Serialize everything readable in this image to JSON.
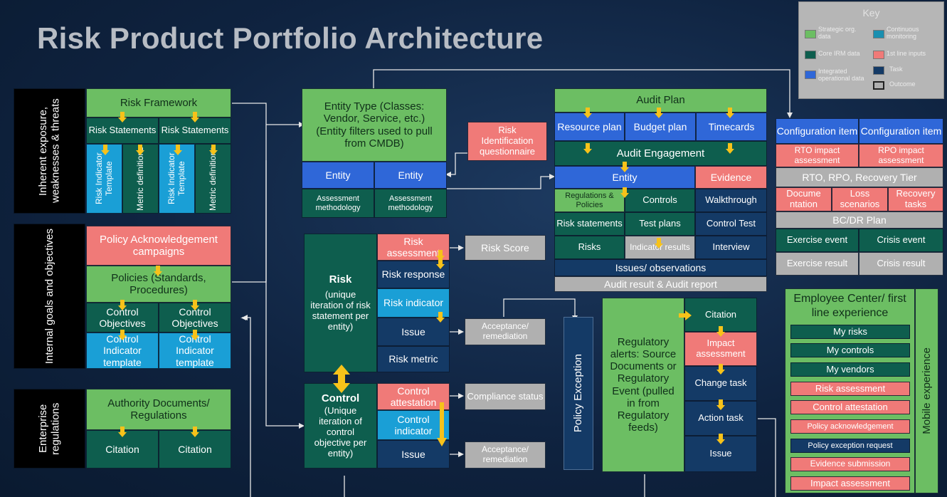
{
  "title": "Risk Product Portfolio Architecture",
  "key": {
    "heading": "Key",
    "items": [
      {
        "label": "Strategic org. data",
        "color": "#6cbe63"
      },
      {
        "label": "Continuous monitoring",
        "color": "#1a8fb0"
      },
      {
        "label": "Core IRM data",
        "color": "#0e5e4e"
      },
      {
        "label": "1st line inputs",
        "color": "#f07a78"
      },
      {
        "label": "Integrated operational data",
        "color": "#2f67d8"
      },
      {
        "label": "Task",
        "color": "#143a66"
      },
      {
        "label": "Outcome",
        "color": "#b0b0b0"
      }
    ]
  },
  "side_labels": {
    "inherent": "Inherent exposure, weaknesses & threats",
    "internal": "Internal goals and objectives",
    "enterprise": "Enterprise regulations"
  },
  "risk_framework": {
    "title": "Risk Framework",
    "statements": [
      "Risk Statements",
      "Risk Statements"
    ],
    "templates": [
      "Risk Indicator Template",
      "Metric definitions",
      "Risk Indicator Template",
      "Metric definitions"
    ]
  },
  "policy": {
    "campaigns": "Policy Acknowledgement campaigns",
    "policies": "Policies (Standards, Procedures)",
    "objectives": [
      "Control Objectives",
      "Control Objectives"
    ],
    "templates": [
      "Control Indicator template",
      "Control Indicator template"
    ]
  },
  "authority": {
    "title": "Authority Documents/ Regulations",
    "citations": [
      "Citation",
      "Citation"
    ]
  },
  "entity_type": {
    "title": "Entity Type (Classes: Vendor, Service, etc.) (Entity filters used to pull from CMDB)",
    "entities": [
      "Entity",
      "Entity"
    ],
    "methodology": [
      "Assessment methodology",
      "Assessment methodology"
    ]
  },
  "risk_id_questionnaire": "Risk Identification questionnaire",
  "risk_block": {
    "title": "Risk",
    "subtitle": "(unique iteration of risk statement per entity)",
    "items": [
      "Risk assessment",
      "Risk response",
      "Risk indicator",
      "Issue",
      "Risk metric"
    ]
  },
  "control_block": {
    "title": "Control",
    "subtitle": "(Unique iteration of control objective per entity)",
    "items": [
      "Control attestation",
      "Control indicator",
      "Issue"
    ]
  },
  "outcomes": {
    "risk_score": "Risk Score",
    "acceptance1": "Acceptance/ remediation",
    "compliance": "Compliance status",
    "acceptance2": "Acceptance/ remediation"
  },
  "policy_exception": "Policy Exception",
  "audit": {
    "plan": "Audit Plan",
    "top": [
      "Resource plan",
      "Budget plan",
      "Timecards"
    ],
    "engagement": "Audit Engagement",
    "entity": "Entity",
    "evidence": "Evidence",
    "grid": [
      [
        "Regulations & Policies",
        "Controls",
        "Walkthrough"
      ],
      [
        "Risk statements",
        "Test plans",
        "Control Test"
      ],
      [
        "Risks",
        "Indicator results",
        "Interview"
      ]
    ],
    "issues": "Issues/ observations",
    "result": "Audit result & Audit report"
  },
  "regulatory": {
    "alerts": "Regulatory alerts: Source Documents or Regulatory Event (pulled in from Regulatory feeds)",
    "items": [
      "Citation",
      "Impact assessment",
      "Change task",
      "Action task",
      "Issue"
    ]
  },
  "bcdr": {
    "config": [
      "Configuration item",
      "Configuration item"
    ],
    "impact": [
      "RTO impact assessment",
      "RPO impact assessment"
    ],
    "tier": "RTO, RPO, Recovery Tier",
    "docs": [
      "Docume ntation",
      "Loss scenarios",
      "Recovery tasks"
    ],
    "plan": "BC/DR Plan",
    "events": [
      "Exercise event",
      "Crisis event"
    ],
    "results": [
      "Exercise result",
      "Crisis result"
    ]
  },
  "employee": {
    "title": "Employee Center/ first line experience",
    "items": [
      "My risks",
      "My controls",
      "My vendors",
      "Risk assessment",
      "Control attestation",
      "Policy acknowledgement",
      "Policy exception request",
      "Evidence submission",
      "Impact assessment"
    ],
    "mobile": "Mobile experience"
  }
}
